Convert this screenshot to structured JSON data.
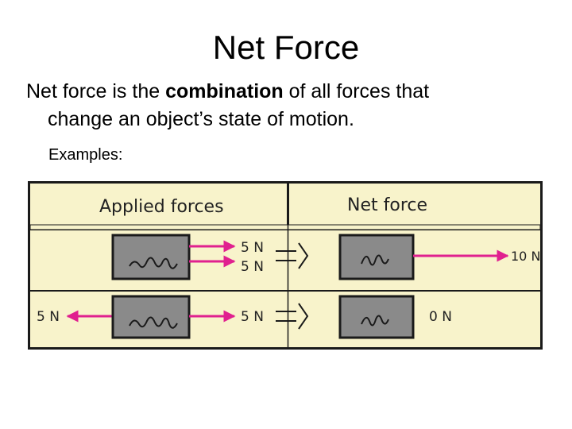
{
  "slide": {
    "title": "Net Force",
    "paragraph": {
      "prefix": "Net force is the ",
      "bold": "combination",
      "suffix": " of all forces that",
      "line2": "change an object’s state of motion."
    },
    "examples_label": "Examples:"
  },
  "figure": {
    "header_left": "Applied forces",
    "header_right": "Net force",
    "row1": {
      "force_a": "5 N",
      "force_b": "5 N",
      "net": "10 N"
    },
    "row2": {
      "force_left": "5 N",
      "force_right": "5 N",
      "net": "0 N"
    },
    "colors": {
      "panel": "#f8f3cb",
      "arrow": "#e0208f",
      "box": "#8a8a8a",
      "border": "#1a1a1a"
    }
  }
}
